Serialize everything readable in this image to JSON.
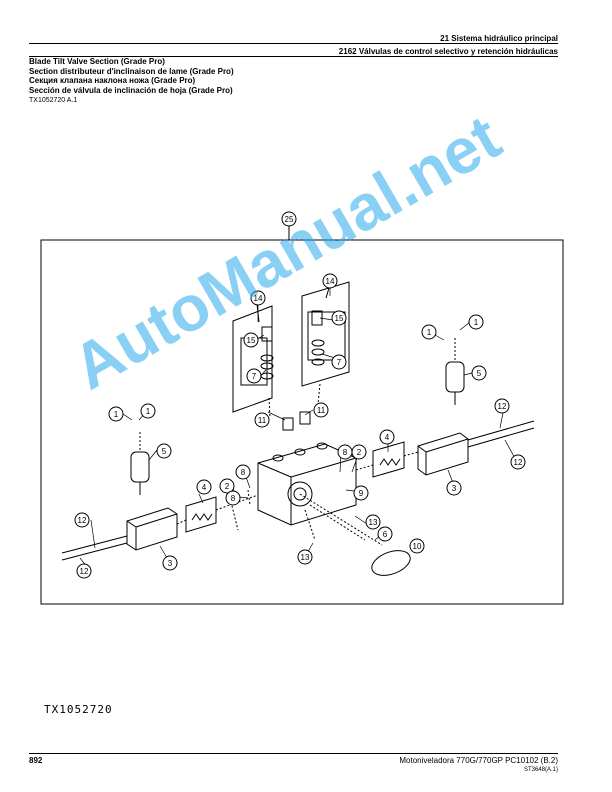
{
  "header": {
    "section": "21 Sistema hidráulico principal",
    "subsection": "2162 Válvulas de control selectivo y retención hidráulicas"
  },
  "titles": [
    "Blade Tilt Valve Section (Grade Pro)",
    "Section distributeur d'inclinaison de lame (Grade Pro)",
    "Секция клапана наклона ножа (Grade Pro)",
    "Sección de válvula de inclinación de hoja (Grade Pro)"
  ],
  "figure_ref": "TX1052720 A.1",
  "figure": {
    "callouts": [
      "25",
      "14",
      "14",
      "15",
      "15",
      "7",
      "7",
      "11",
      "11",
      "1",
      "1",
      "1",
      "1",
      "5",
      "5",
      "12",
      "12",
      "12",
      "12",
      "4",
      "4",
      "3",
      "3",
      "2",
      "2",
      "8",
      "8",
      "8",
      "9",
      "13",
      "13",
      "6",
      "10"
    ],
    "image_code": "TX1052720"
  },
  "watermark": "AutoManual.net",
  "footer": {
    "page_number": "892",
    "publication": "Motoniveladora 770G/770GP   PC10102   (B.2)",
    "doc_code": "ST3648(A.1)"
  }
}
